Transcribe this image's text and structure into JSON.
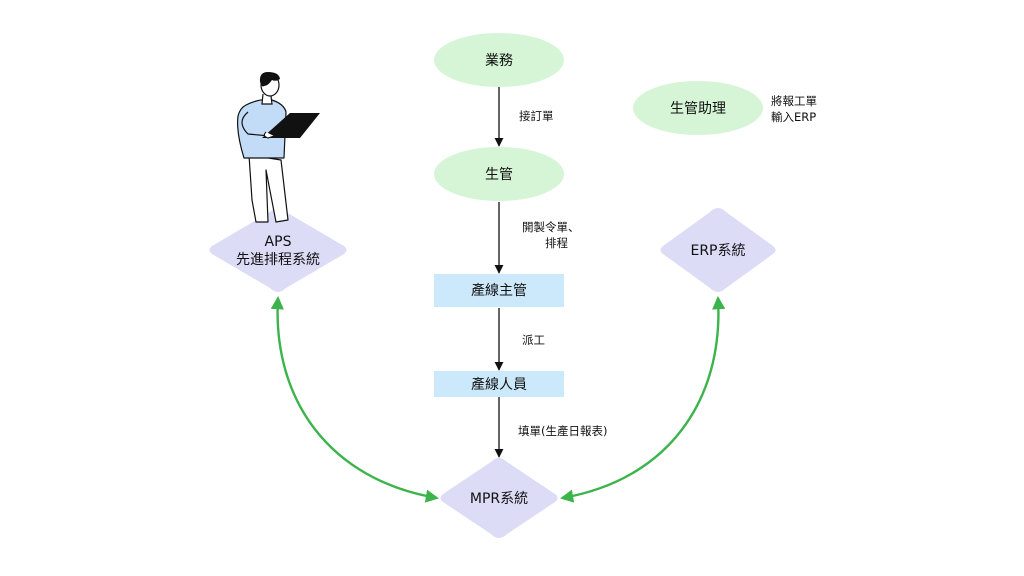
{
  "nodes": {
    "business": "業務",
    "production_control": "生管",
    "line_supervisor": "產線主管",
    "line_staff": "產線人員",
    "mpr_system": "MPR系統",
    "aps_system": [
      "APS",
      "先進排程系統"
    ],
    "erp_system": "ERP系統",
    "production_assistant": "生管助理"
  },
  "edges": {
    "receive_order": "接訂單",
    "work_order_scheduling": [
      "開製令單、",
      "排程"
    ],
    "dispatch": "派工",
    "fill_report": "填單(生產日報表)"
  },
  "notes": {
    "assistant_note": [
      "將報工單",
      "輸入ERP"
    ]
  },
  "colors": {
    "ellipse_fill": "#d6f5d6",
    "rect_fill": "#cce8fb",
    "diamond_fill": "#dcdcf7",
    "black_arrow": "#111111",
    "green_arrow": "#3cb44b",
    "person_shirt": "#c2dcf7"
  }
}
